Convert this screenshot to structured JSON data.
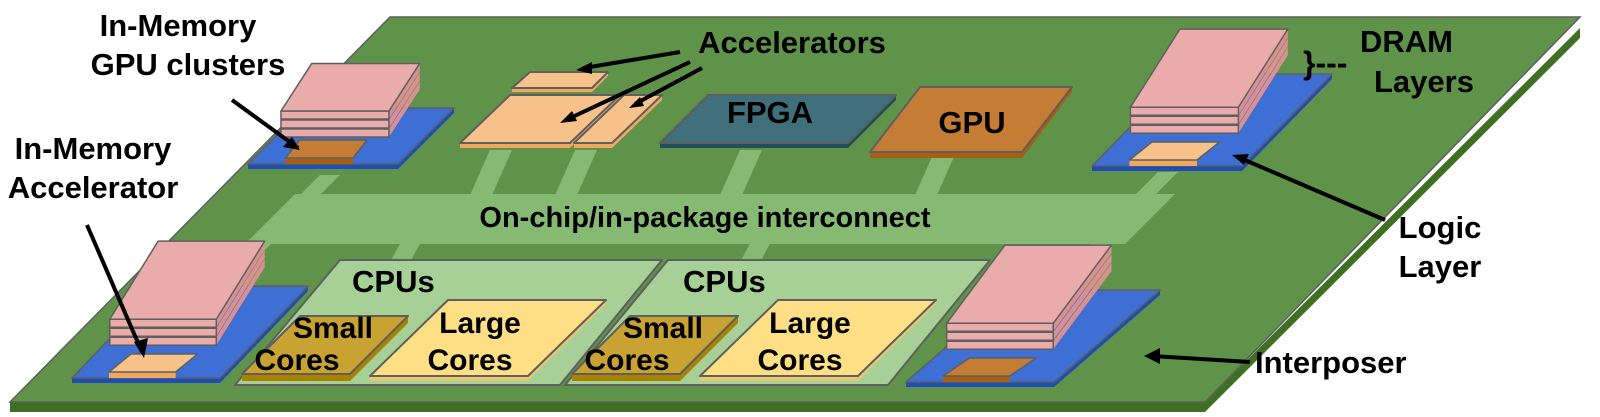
{
  "diagram": {
    "title": "Heterogeneous system package diagram",
    "labels": {
      "in_memory_gpu_line1": "In-Memory",
      "in_memory_gpu_line2": "GPU clusters",
      "in_memory_acc_line1": "In-Memory",
      "in_memory_acc_line2": "Accelerator",
      "accelerators": "Accelerators",
      "fpga": "FPGA",
      "gpu": "GPU",
      "dram_line1": "DRAM",
      "dram_line2": "Layers",
      "dram_dash": "}---",
      "interconnect": "On-chip/in-package interconnect",
      "logic_line1": "Logic",
      "logic_line2": "Layer",
      "cpus_left": "CPUs",
      "cpus_right": "CPUs",
      "small_cores_1": "Small",
      "small_cores_2": "Cores",
      "large_cores_1": "Large",
      "large_cores_2": "Cores",
      "interposer": "Interposer"
    },
    "colors": {
      "interposer": "#5f9349",
      "interposer_edge": "#3f6f22",
      "interconnect": "#86ba72",
      "cpu_region": "#a6d096",
      "dram": "#eaabab",
      "dram_side": "#d89090",
      "logic_base": "#3e6fd5",
      "logic_base_side": "#1f4db8",
      "accelerator": "#f7c28a",
      "accelerator_side": "#f0a860",
      "gpu": "#c57d35",
      "gpu_side": "#a85f10",
      "fpga": "#3f6f7a",
      "fpga_side": "#1f4f5a",
      "small_cores": "#c9a332",
      "small_cores_side": "#a98200",
      "large_cores": "#fedf85",
      "large_cores_side": "#e8c870"
    }
  }
}
